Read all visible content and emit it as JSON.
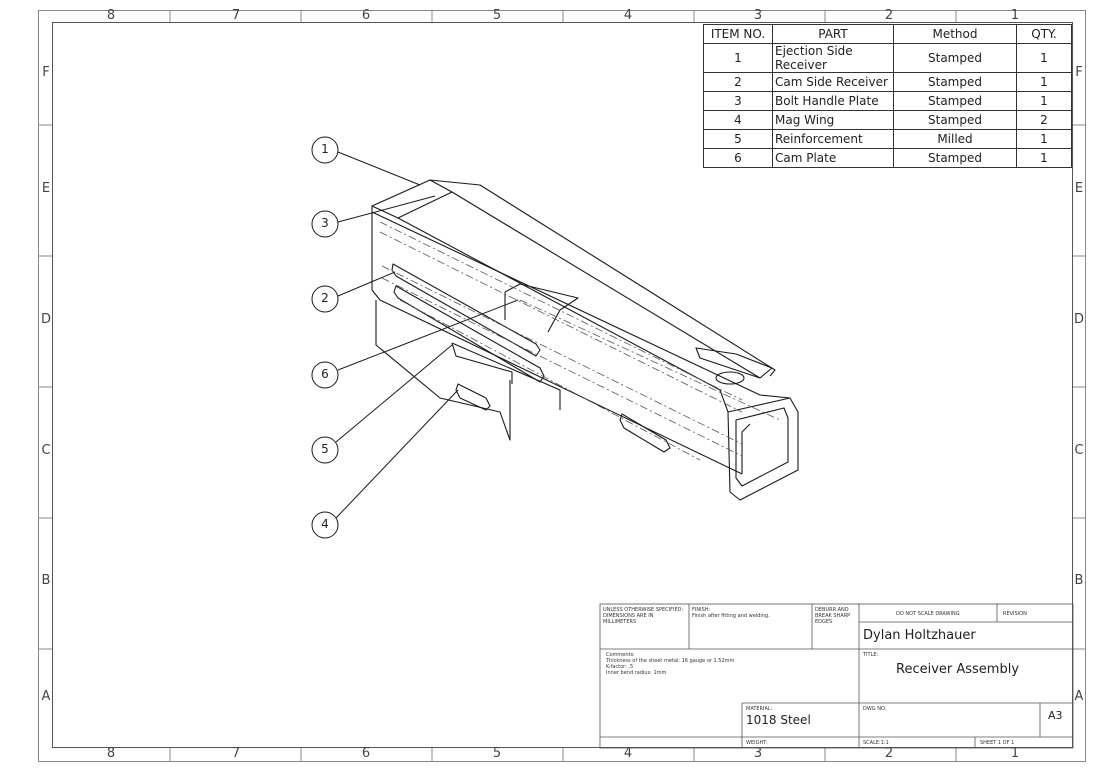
{
  "sheet": {
    "top_numbers": [
      "8",
      "7",
      "6",
      "5",
      "4",
      "3",
      "2",
      "1"
    ],
    "bottom_numbers": [
      "8",
      "7",
      "6",
      "5",
      "4",
      "3",
      "2",
      "1"
    ],
    "left_letters": [
      "F",
      "E",
      "D",
      "C",
      "B",
      "A"
    ],
    "right_letters": [
      "F",
      "E",
      "D",
      "C",
      "B",
      "A"
    ]
  },
  "bom": {
    "headers": [
      "ITEM NO.",
      "PART",
      "Method",
      "QTY."
    ],
    "rows": [
      {
        "item": "1",
        "part": "Ejection Side Receiver",
        "method": "Stamped",
        "qty": "1"
      },
      {
        "item": "2",
        "part": "Cam Side Receiver",
        "method": "Stamped",
        "qty": "1"
      },
      {
        "item": "3",
        "part": "Bolt Handle Plate",
        "method": "Stamped",
        "qty": "1"
      },
      {
        "item": "4",
        "part": "Mag Wing",
        "method": "Stamped",
        "qty": "2"
      },
      {
        "item": "5",
        "part": "Reinforcement",
        "method": "Milled",
        "qty": "1"
      },
      {
        "item": "6",
        "part": "Cam Plate",
        "method": "Stamped",
        "qty": "1"
      }
    ]
  },
  "balloons": [
    "1",
    "3",
    "2",
    "6",
    "5",
    "4"
  ],
  "title_block": {
    "unless": "UNLESS OTHERWISE SPECIFIED: DIMENSIONS ARE IN MILLIMETERS",
    "finish_label": "FINISH:",
    "finish_value": "Finish after fitting and welding.",
    "deburr": "DEBURR AND BREAK SHARP EDGES",
    "do_not_scale": "DO NOT SCALE DRAWING",
    "revision_label": "REVISION",
    "author": "Dylan Holtzhauer",
    "comments_label": "Comments:",
    "comment_1": "Thickness of the sheet metal: 16 gauge or 1.52mm",
    "comment_2": "K-factor: .5",
    "comment_3": "Inner bend radius: 1mm",
    "title_label": "TITLE:",
    "title": "Receiver Assembly",
    "material_label": "MATERIAL:",
    "material": "1018 Steel",
    "dwg_label": "DWG NO.",
    "size": "A3",
    "weight_label": "WEIGHT:",
    "scale": "SCALE:1:1",
    "sheet": "SHEET 1 OF 1"
  }
}
